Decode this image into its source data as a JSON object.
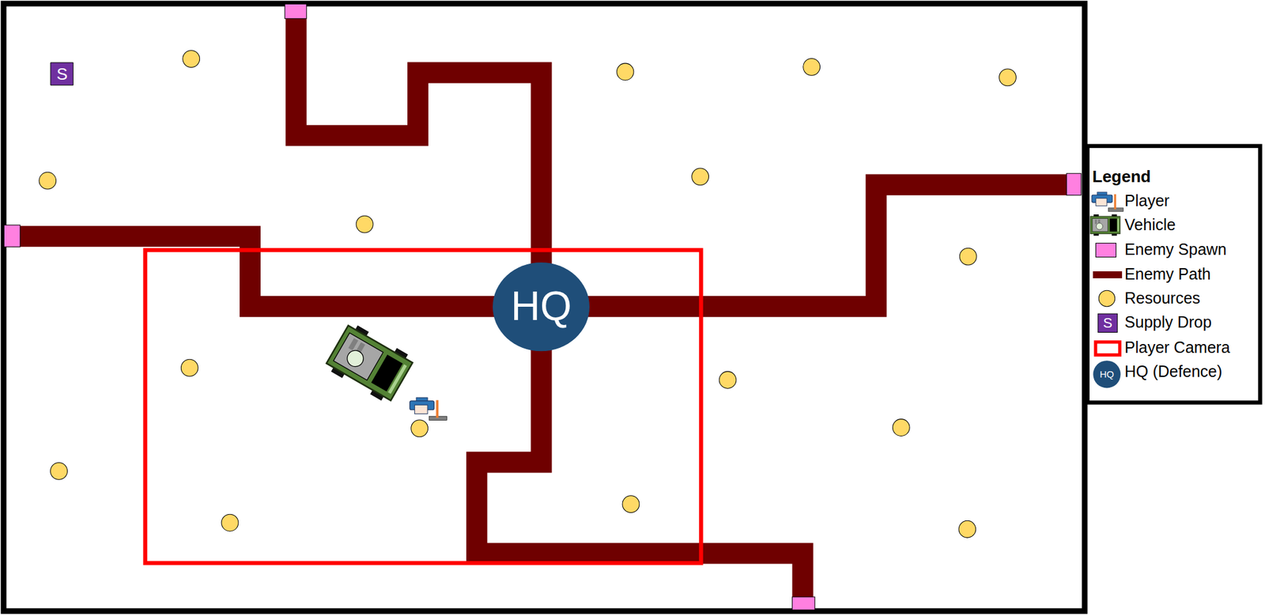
{
  "diagram": {
    "nodes": [
      {
        "text": [
          "S"
        ]
      },
      {
        "text": [
          "HQ"
        ]
      }
    ],
    "labels": [
      "Legend",
      "S",
      "HQ"
    ],
    "legend": [
      {
        "text": "Player"
      },
      {
        "text": "Vehicle"
      },
      {
        "text": "Enemy Spawn",
        "color": "#ff80e0"
      },
      {
        "text": "Enemy Path",
        "color": "#6f0000"
      },
      {
        "text": "Resources"
      },
      {
        "text": "Supply Drop"
      },
      {
        "text": "Player Camera"
      },
      {
        "text": "HQ (Defence)"
      }
    ]
  }
}
